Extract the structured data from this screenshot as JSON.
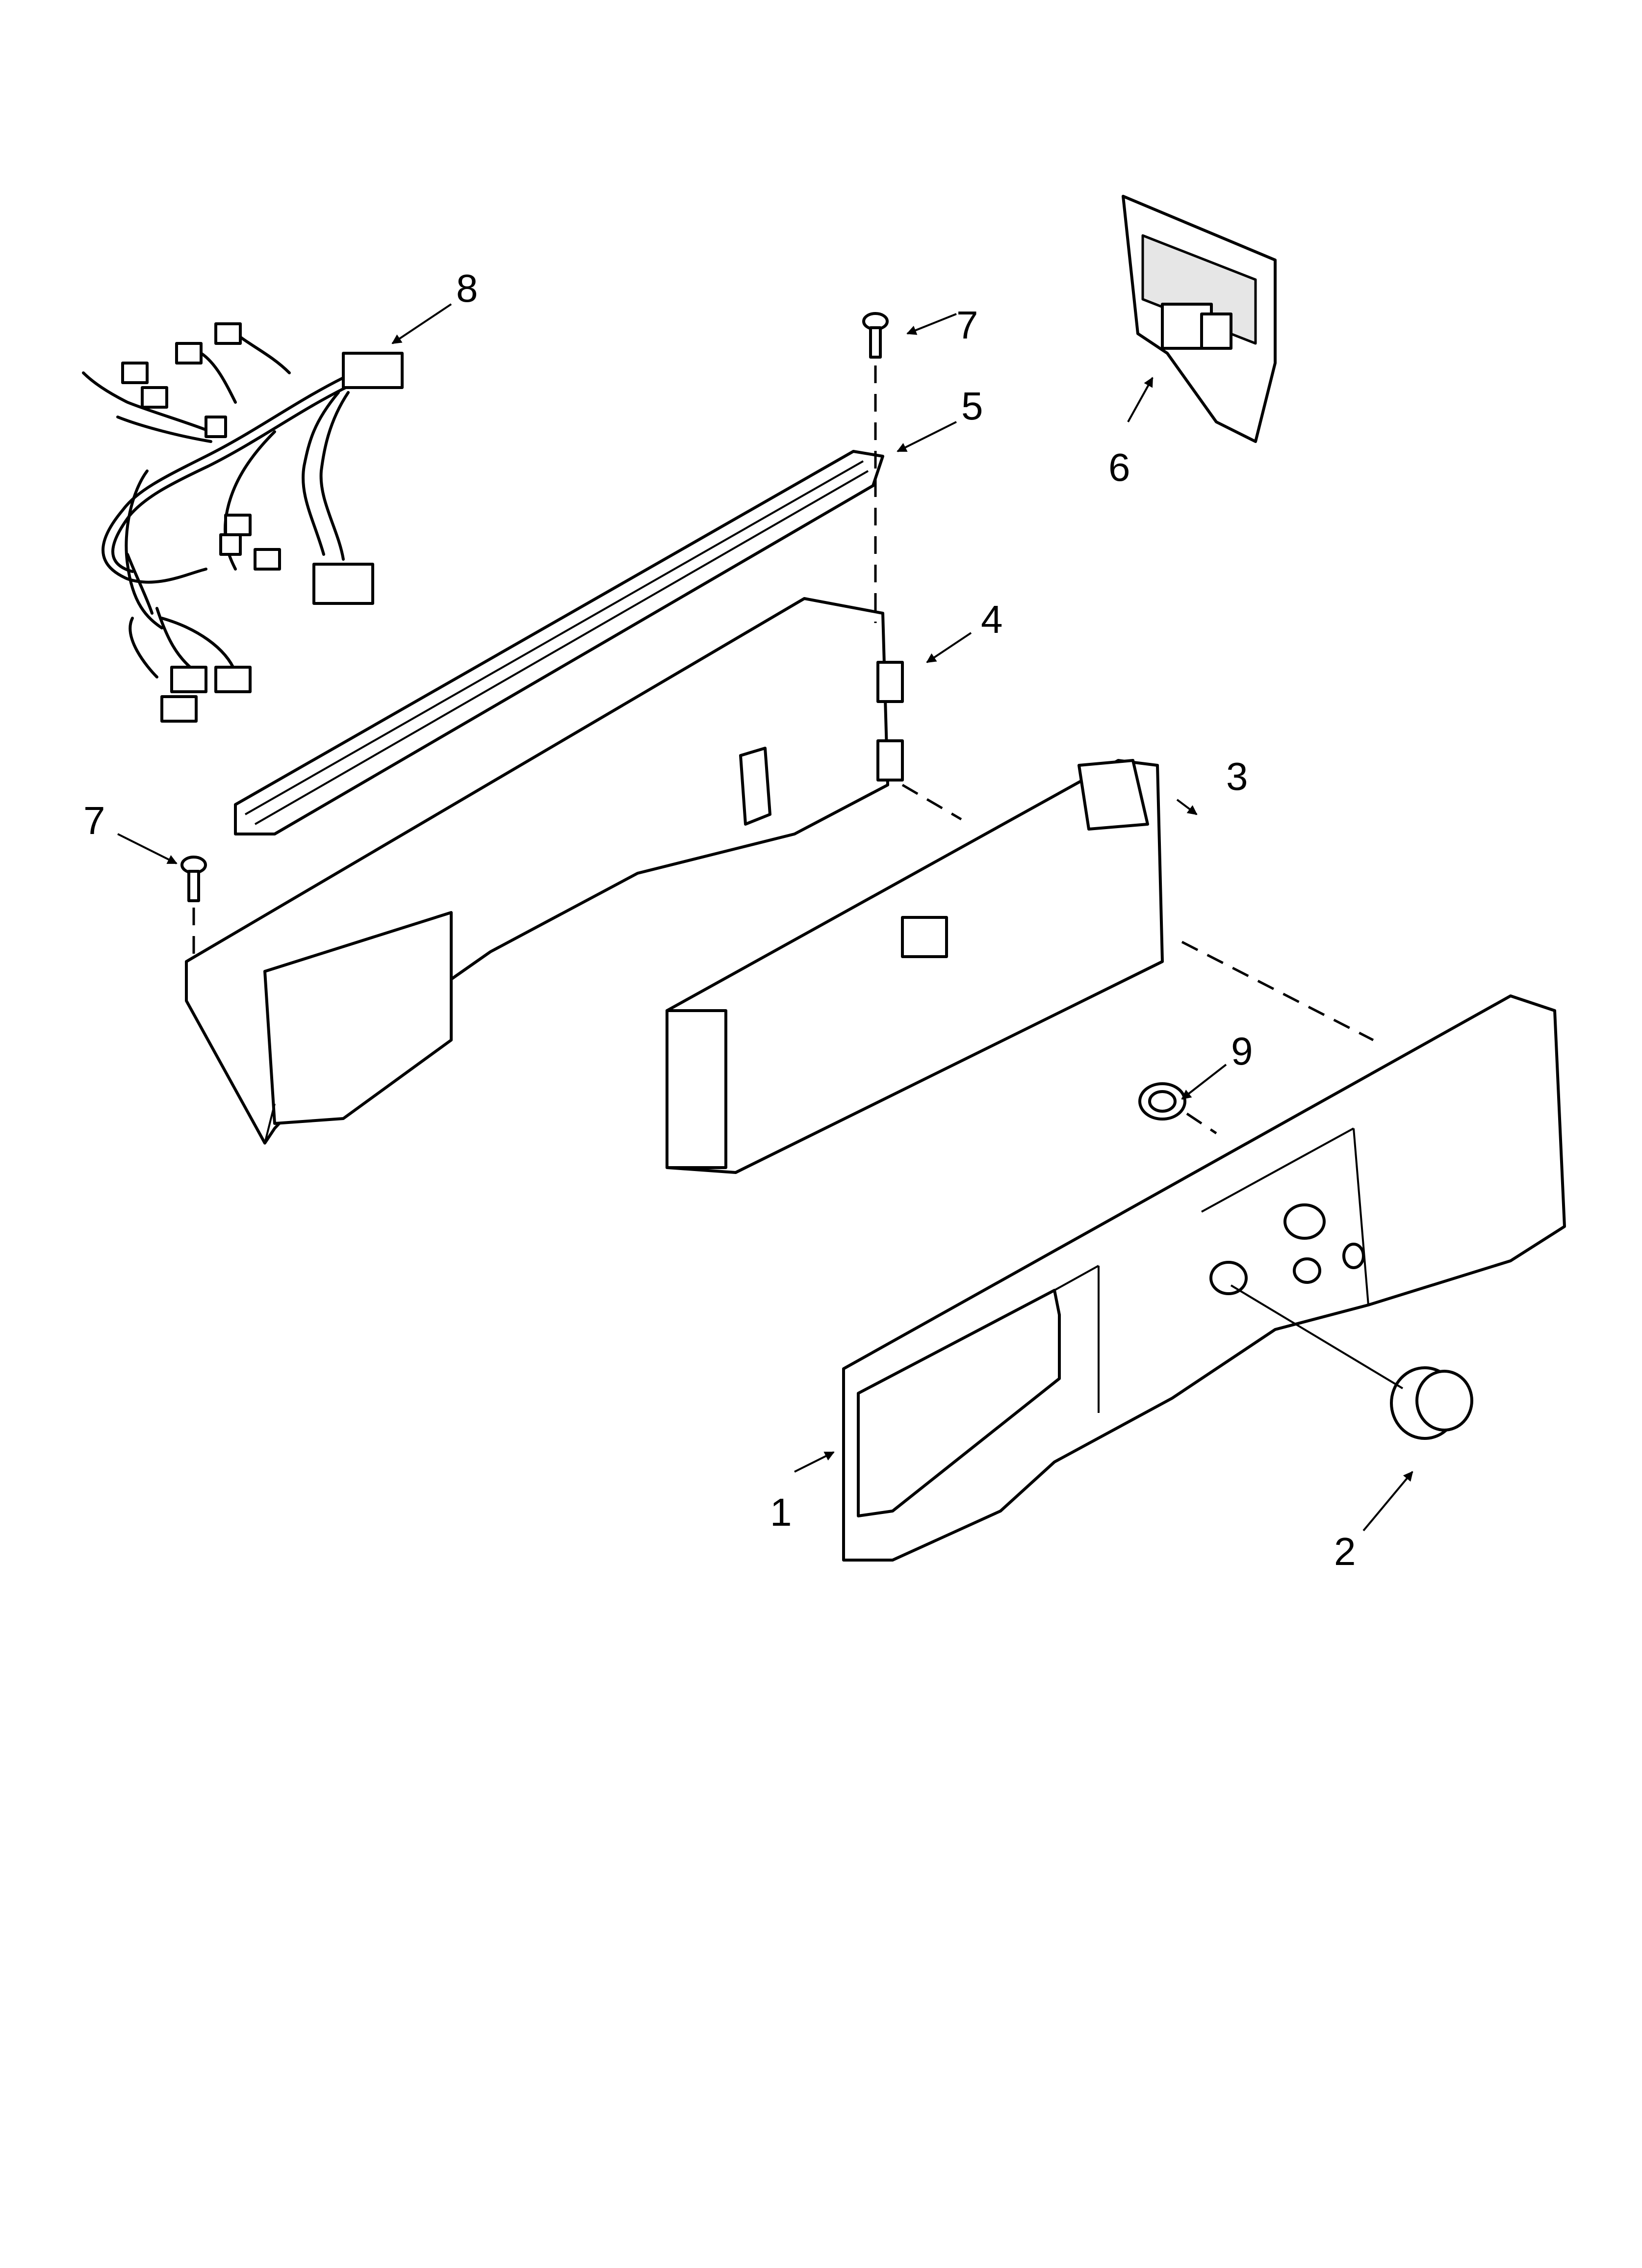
{
  "callouts": {
    "p1": "1",
    "p2": "2",
    "p3": "3",
    "p4": "4",
    "p5": "5",
    "p6": "6",
    "p7a": "7",
    "p7b": "7",
    "p8": "8",
    "p9": "9"
  },
  "colors": {
    "line": "#000000",
    "background": "#ffffff"
  }
}
